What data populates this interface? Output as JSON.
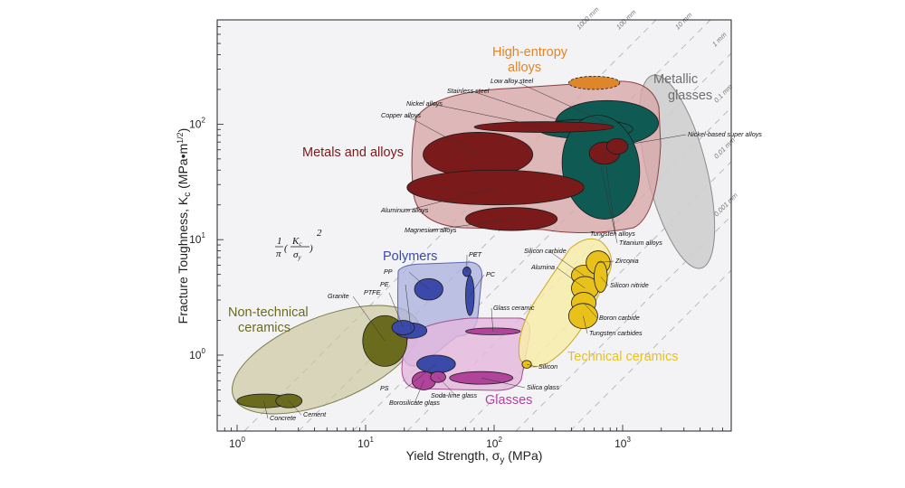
{
  "chart_data": {
    "type": "scatter",
    "title": "",
    "xlabel": "Yield Strength, σ",
    "xlabel_sub": "y",
    "xlabel_unit": " (MPa)",
    "ylabel": "Fracture Toughness, K",
    "ylabel_sub": "c",
    "ylabel_unit": " (MPa•m",
    "ylabel_exp": "1/2",
    "ylabel_close": ")",
    "xscale": "log",
    "yscale": "log",
    "xlim": [
      0.7,
      7000
    ],
    "ylim": [
      0.22,
      800
    ],
    "x_ticks": [
      {
        "value": 1,
        "base": "10",
        "exp": "0"
      },
      {
        "value": 10,
        "base": "10",
        "exp": "1"
      },
      {
        "value": 100,
        "base": "10",
        "exp": "2"
      },
      {
        "value": 1000,
        "base": "10",
        "exp": "3"
      }
    ],
    "y_ticks": [
      {
        "value": 1,
        "base": "10",
        "exp": "0"
      },
      {
        "value": 10,
        "base": "10",
        "exp": "1"
      },
      {
        "value": 100,
        "base": "10",
        "exp": "2"
      }
    ],
    "guide_lines": {
      "formula": "(1/π)(Kc/σy)²",
      "labels": [
        "1000 mm",
        "100 mm",
        "10 mm",
        "1 mm",
        "0.1 mm",
        "0.01 mm",
        "0.001 mm"
      ]
    },
    "groups": [
      {
        "name": "Non-technical ceramics",
        "color": "#6b6b1e"
      },
      {
        "name": "Polymers",
        "color": "#3b4aa8"
      },
      {
        "name": "Glasses",
        "color": "#b0449a"
      },
      {
        "name": "Technical ceramics",
        "color": "#e8c21a"
      },
      {
        "name": "Metals and alloys",
        "color": "#7a1a1a"
      },
      {
        "name": "Metallic glasses",
        "color": "#6e6e6e"
      },
      {
        "name": "High-entropy alloys",
        "color": "#e0862a"
      }
    ],
    "materials": [
      {
        "name": "Concrete",
        "group": "Non-technical ceramics",
        "x_range": [
          1.0,
          2.6
        ],
        "y_range": [
          0.35,
          0.46
        ]
      },
      {
        "name": "Cement",
        "group": "Non-technical ceramics",
        "x_range": [
          2.0,
          3.2
        ],
        "y_range": [
          0.35,
          0.46
        ]
      },
      {
        "name": "Granite",
        "group": "Non-technical ceramics",
        "x_range": [
          9.5,
          21
        ],
        "y_range": [
          0.8,
          2.2
        ]
      },
      {
        "name": "PP",
        "group": "Polymers",
        "x_range": [
          24,
          40
        ],
        "y_range": [
          3.0,
          4.6
        ]
      },
      {
        "name": "PE",
        "group": "Polymers",
        "x_range": [
          17,
          30
        ],
        "y_range": [
          1.4,
          1.9
        ]
      },
      {
        "name": "PTFE",
        "group": "Polymers",
        "x_range": [
          16,
          24
        ],
        "y_range": [
          1.5,
          2.0
        ]
      },
      {
        "name": "PET",
        "group": "Polymers",
        "x_range": [
          57,
          66
        ],
        "y_range": [
          4.8,
          5.8
        ]
      },
      {
        "name": "PC",
        "group": "Polymers",
        "x_range": [
          60,
          70
        ],
        "y_range": [
          2.2,
          4.9
        ]
      },
      {
        "name": "PS",
        "group": "Polymers",
        "x_range": [
          25,
          50
        ],
        "y_range": [
          0.7,
          1.0
        ]
      },
      {
        "name": "Borosilicate glass",
        "group": "Glasses",
        "x_range": [
          23,
          35
        ],
        "y_range": [
          0.5,
          0.72
        ]
      },
      {
        "name": "Soda-lime glass",
        "group": "Glasses",
        "x_range": [
          32,
          42
        ],
        "y_range": [
          0.58,
          0.72
        ]
      },
      {
        "name": "Silica glass",
        "group": "Glasses",
        "x_range": [
          45,
          140
        ],
        "y_range": [
          0.56,
          0.72
        ]
      },
      {
        "name": "Glass ceramic",
        "group": "Glasses",
        "x_range": [
          60,
          160
        ],
        "y_range": [
          1.5,
          1.72
        ]
      },
      {
        "name": "Silicon",
        "group": "Technical ceramics",
        "x_range": [
          165,
          195
        ],
        "y_range": [
          0.77,
          0.9
        ]
      },
      {
        "name": "Silicon carbide",
        "group": "Technical ceramics",
        "x_range": [
          400,
          620
        ],
        "y_range": [
          4.0,
          6.0
        ]
      },
      {
        "name": "Alumina",
        "group": "Technical ceramics",
        "x_range": [
          400,
          650
        ],
        "y_range": [
          3.0,
          4.8
        ]
      },
      {
        "name": "Zirconia",
        "group": "Technical ceramics",
        "x_range": [
          520,
          800
        ],
        "y_range": [
          5.0,
          8.0
        ]
      },
      {
        "name": "Silicon nitride",
        "group": "Technical ceramics",
        "x_range": [
          600,
          760
        ],
        "y_range": [
          3.5,
          6.5
        ]
      },
      {
        "name": "Boron carbide",
        "group": "Technical ceramics",
        "x_range": [
          400,
          620
        ],
        "y_range": [
          2.3,
          3.5
        ]
      },
      {
        "name": "Tungsten carbides",
        "group": "Technical ceramics",
        "x_range": [
          380,
          640
        ],
        "y_range": [
          1.7,
          2.8
        ]
      },
      {
        "name": "Copper alloys",
        "group": "Metals and alloys",
        "x_range": [
          28,
          200
        ],
        "y_range": [
          35,
          85
        ]
      },
      {
        "name": "Aluminum alloys",
        "group": "Metals and alloys",
        "x_range": [
          21,
          500
        ],
        "y_range": [
          20,
          40
        ]
      },
      {
        "name": "Magnesium alloys",
        "group": "Metals and alloys",
        "x_range": [
          60,
          310
        ],
        "y_range": [
          12,
          19
        ]
      },
      {
        "name": "Nickel alloys",
        "group": "Metals and alloys",
        "x_range": [
          70,
          850
        ],
        "y_range": [
          85,
          105
        ]
      },
      {
        "name": "Stainless steel",
        "group": "Metals and alloys",
        "x_range": [
          220,
          1200
        ],
        "y_range": [
          75,
          110
        ]
      },
      {
        "name": "Low alloy steel",
        "group": "Metals and alloys",
        "x_range": [
          300,
          1900
        ],
        "y_range": [
          65,
          160
        ]
      },
      {
        "name": "Titanium alloys",
        "group": "Metals and alloys",
        "x_range": [
          340,
          1350
        ],
        "y_range": [
          15,
          120
        ]
      },
      {
        "name": "Tungsten alloys",
        "group": "Metals and alloys",
        "x_range": [
          550,
          950
        ],
        "y_range": [
          45,
          70
        ]
      },
      {
        "name": "Nickel-based super alloys",
        "group": "Metals and alloys",
        "x_range": [
          750,
          1100
        ],
        "y_range": [
          55,
          75
        ]
      },
      {
        "name": "Metallic glasses",
        "group": "Metallic glasses",
        "x_range": [
          1000,
          5000
        ],
        "y_range": [
          5,
          150
        ]
      },
      {
        "name": "High-entropy alloys",
        "group": "High-entropy alloys",
        "x_range": [
          380,
          950
        ],
        "y_range": [
          200,
          260
        ]
      }
    ]
  }
}
